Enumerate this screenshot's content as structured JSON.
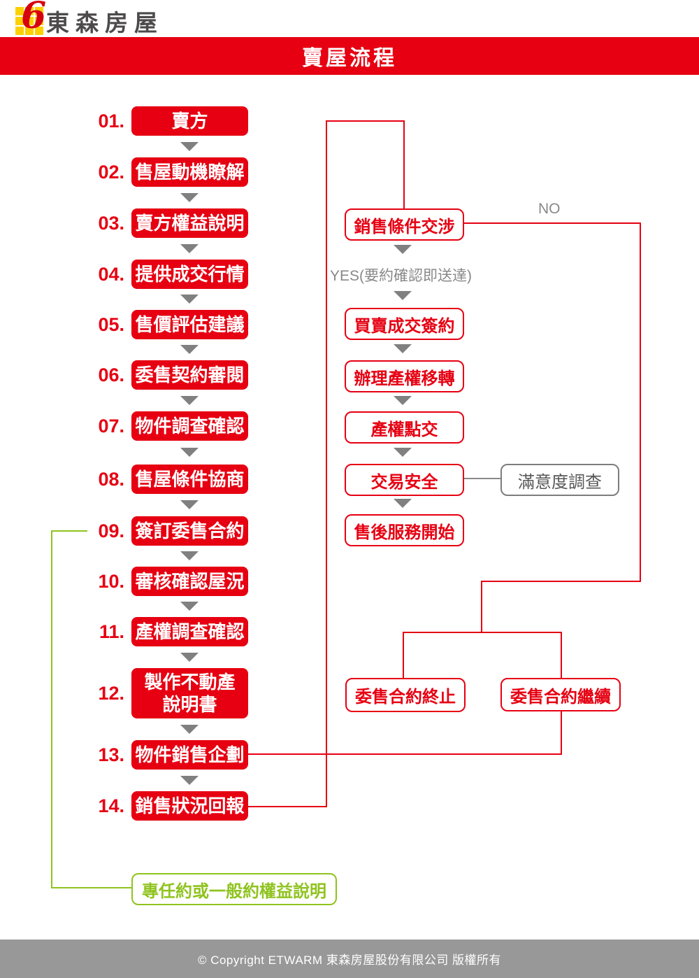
{
  "logo": {
    "mark": "6",
    "brand": "東森房屋"
  },
  "banner": {
    "title": "賣屋流程"
  },
  "left_steps": [
    {
      "num": "01.",
      "label": "賣方"
    },
    {
      "num": "02.",
      "label": "售屋動機瞭解"
    },
    {
      "num": "03.",
      "label": "賣方權益說明"
    },
    {
      "num": "04.",
      "label": "提供成交行情"
    },
    {
      "num": "05.",
      "label": "售價評估建議"
    },
    {
      "num": "06.",
      "label": "委售契約審閱"
    },
    {
      "num": "07.",
      "label": "物件調查確認"
    },
    {
      "num": "08.",
      "label": "售屋條件協商"
    },
    {
      "num": "09.",
      "label": "簽訂委售合約"
    },
    {
      "num": "10.",
      "label": "審核確認屋況"
    },
    {
      "num": "11.",
      "label": "產權調查確認"
    },
    {
      "num": "12.",
      "label": "製作不動產\n說明書"
    },
    {
      "num": "13.",
      "label": "物件銷售企劃"
    },
    {
      "num": "14.",
      "label": "銷售狀況回報"
    }
  ],
  "right_steps": [
    "銷售條件交涉",
    "買賣成交簽約",
    "辦理產權移轉",
    "產權點交",
    "交易安全",
    "售後服務開始"
  ],
  "branch_labels": {
    "no": "NO",
    "yes": "YES(要約確認即送達)"
  },
  "outcome_boxes": {
    "satisfaction": "滿意度調查",
    "terminate": "委售合約終止",
    "continue": "委售合約繼續"
  },
  "green_note": "專任約或一般約權益說明",
  "footer": "© Copyright ETWARM 東森房屋股份有限公司 版權所有",
  "colors": {
    "red": "#e60012",
    "green": "#8fc31f",
    "gray_text": "#898989",
    "gray_border": "#7d7d7d",
    "footer_bg": "#989898",
    "arrow": "#808080",
    "logo_yellow": "#fdd000"
  }
}
